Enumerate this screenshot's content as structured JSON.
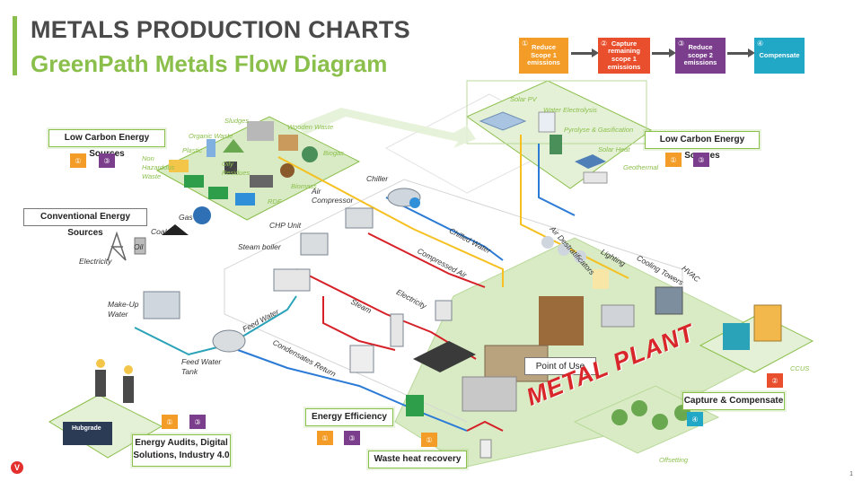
{
  "header": {
    "title": "METALS PRODUCTION CHARTS",
    "subtitle": "GreenPath Metals Flow Diagram"
  },
  "colors": {
    "accent_green": "#8bbf4b",
    "step_orange": "#f39c27",
    "step_red": "#e94f2c",
    "step_purple": "#7b3e8c",
    "step_teal": "#22a8c7",
    "flow_red": "#d62027",
    "flow_blue": "#2b7bd6",
    "flow_yellow": "#f5c020",
    "flow_teal": "#2aa3b8"
  },
  "steps": [
    {
      "num": "①",
      "label": "Reduce Scope 1 emissions"
    },
    {
      "num": "②",
      "label": "Capture remaining scope 1 emissions"
    },
    {
      "num": "③",
      "label": "Reduce scope 2 emissions"
    },
    {
      "num": "④",
      "label": "Compensate"
    }
  ],
  "boxes": {
    "low_carbon_left": "Low Carbon Energy Sources",
    "low_carbon_right": "Low Carbon Energy Sources",
    "conventional": "Conventional Energy Sources",
    "capture_compensate": "Capture & Compensate",
    "energy_efficiency": "Energy Efficiency",
    "energy_audits": "Energy Audits, Digital Solutions, Industry 4.0",
    "waste_heat": "Waste heat recovery",
    "point_of_use": "Point of Use",
    "metal_plant": "METAL PLANT"
  },
  "badges": {
    "one": "①",
    "two": "②",
    "three": "③",
    "four": "④"
  },
  "waste_labels": [
    "Sludges",
    "Wooden Waste",
    "Organic Waste",
    "Plastic",
    "Biogas",
    "Non Hazardous Waste",
    "Oily Residues",
    "Biomass",
    "RDF"
  ],
  "renewable_labels": [
    "Solar PV",
    "Water Electrolysis",
    "Pyrolyse & Gasification",
    "Solar Heat",
    "Geothermal"
  ],
  "conventional_labels": [
    "Gas",
    "Coal",
    "Oil",
    "Electricity"
  ],
  "equipment_labels": {
    "chiller": "Chiller",
    "air_compressor": "Air Compressor",
    "chp_unit": "CHP Unit",
    "steam_boiler": "Steam boiler",
    "make_up_water": "Make-Up Water",
    "feed_water": "Feed Water",
    "feed_water_tank": "Feed Water Tank",
    "air_destratificators": "Air Destratificators",
    "lighting": "Lighting",
    "cooling_towers": "Cooling Towers",
    "hvac": "HVAC",
    "ccus": "CCUS",
    "offsetting": "Offsetting",
    "hubgrade": "Hubgrade"
  },
  "flow_labels": {
    "chilled_water": "Chilled Water",
    "compressed_air": "Compressed Air",
    "electricity": "Electricity",
    "steam": "Steam",
    "condensates_return": "Condensates Return"
  },
  "page": {
    "number": "1",
    "logo": "V"
  }
}
